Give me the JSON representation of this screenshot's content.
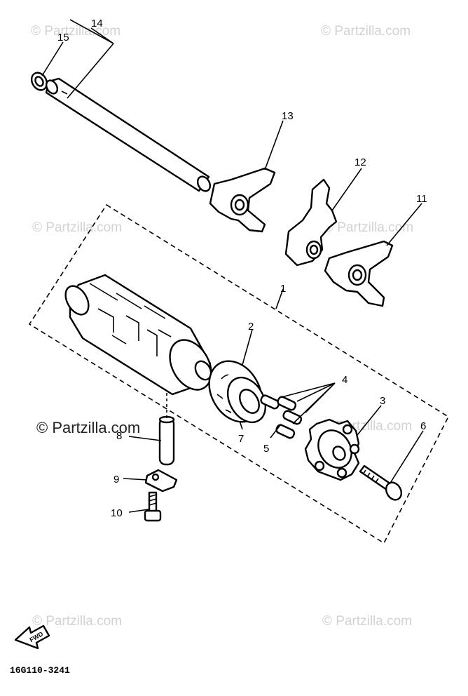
{
  "watermarks": {
    "text": "© Partzilla.com",
    "strong_text": "© Partzilla.com"
  },
  "callouts": [
    "1",
    "2",
    "3",
    "4",
    "5",
    "6",
    "7",
    "8",
    "9",
    "10",
    "11",
    "12",
    "13",
    "14",
    "15"
  ],
  "front_arrow": "FWD",
  "diagram_code": "16G110-3241"
}
